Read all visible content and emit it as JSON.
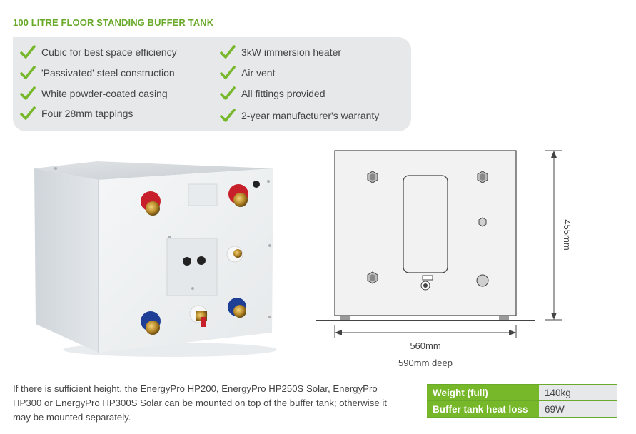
{
  "title": "100 LITRE FLOOR STANDING BUFFER TANK",
  "features": {
    "left": [
      "Cubic for best space efficiency",
      "'Passivated' steel construction",
      "White powder-coated casing",
      "Four 28mm tappings"
    ],
    "right": [
      "3kW immersion heater",
      "Air vent",
      "All fittings provided",
      "2-year manufacturer's warranty"
    ]
  },
  "drawing": {
    "width_label": "560mm",
    "depth_label": "590mm deep",
    "height_label": "455mm"
  },
  "caption": "If there is sufficient height, the EnergyPro HP200, EnergyPro HP250S Solar, EnergyPro HP300 or EnergyPro HP300S Solar can be mounted on top of the buffer tank; otherwise it may be mounted separately.",
  "specs": [
    {
      "label": "Weight (full)",
      "value": "140kg"
    },
    {
      "label": "Buffer tank heat loss",
      "value": "69W"
    }
  ],
  "colors": {
    "accent_green": "#76b82a",
    "panel_grey": "#e7e8ea",
    "red_fitting": "#c8202a",
    "blue_fitting": "#1f3f96"
  },
  "icons": [
    "check-icon"
  ]
}
